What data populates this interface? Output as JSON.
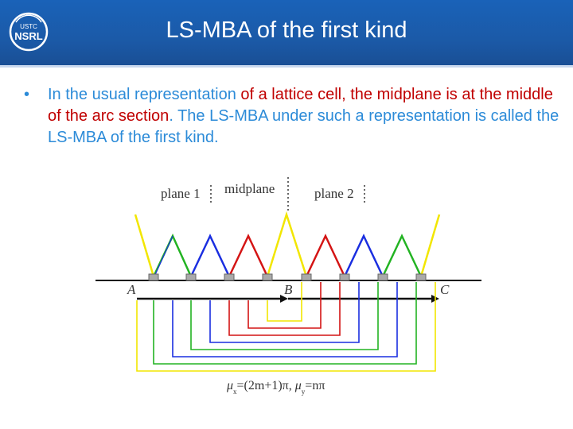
{
  "header": {
    "title": "LS-MBA of the first kind",
    "logo_text_top": "USTC",
    "logo_text_main": "NSRL"
  },
  "bullet": {
    "seg1": "In the usual representation ",
    "seg2": "of a lattice cell, ",
    "seg3": "the midplane is at the middle of the arc section",
    "seg4": ". The LS-MBA under such a representation is called the LS-MBA of the first kind."
  },
  "figure": {
    "plane1": "plane 1",
    "midplane": "midplane",
    "plane2": "plane 2",
    "point_a": "A",
    "point_b": "B",
    "point_c": "C",
    "formula_mu_x": "μ",
    "formula_x_sub": "x",
    "formula_mid": "=(2m+1)π,  ",
    "formula_mu_y": "μ",
    "formula_y_sub": "y",
    "formula_end": "=nπ"
  },
  "colors": {
    "header_bg": "#1a5aa8",
    "title_text": "#ffffff",
    "bullet_text": "#2c8bd8",
    "highlight": "#c00000",
    "dipole_yellow": "#f2e600",
    "dipole_green": "#22b322",
    "dipole_blue": "#1a2ee0",
    "dipole_red": "#d41414"
  }
}
